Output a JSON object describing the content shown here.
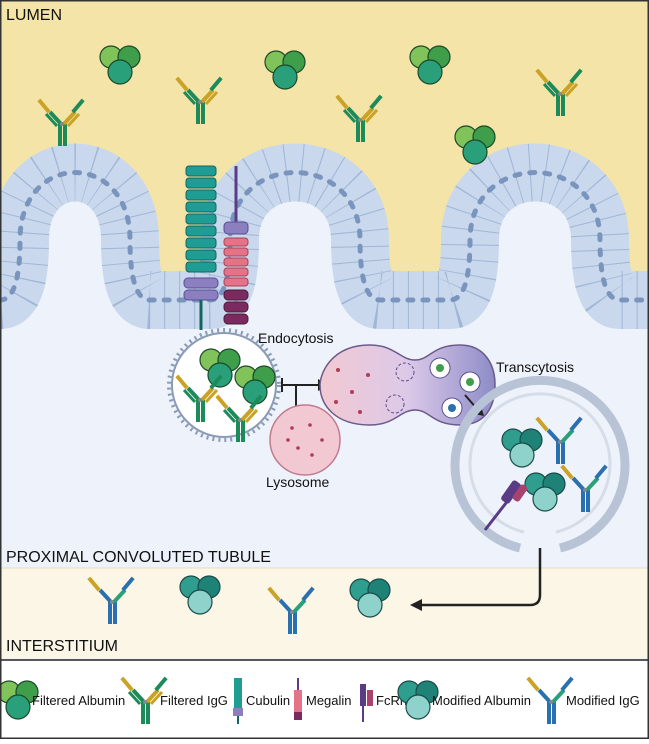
{
  "regions": {
    "lumen": "LUMEN",
    "tubule": "PROXIMAL CONVOLUTED TUBULE",
    "interstitium": "INTERSTITIUM"
  },
  "processes": {
    "endocytosis": "Endocytosis",
    "lysosome": "Lysosome",
    "transcytosis": "Transcytosis"
  },
  "legend": [
    {
      "icon": "filtered-albumin-icon",
      "label": "Filtered Albumin"
    },
    {
      "icon": "filtered-igg-icon",
      "label": "Filtered IgG"
    },
    {
      "icon": "cubulin-icon",
      "label": "Cubulin"
    },
    {
      "icon": "megalin-icon",
      "label": "Megalin"
    },
    {
      "icon": "fcrn-icon",
      "label": "FcRn"
    },
    {
      "icon": "modified-albumin-icon",
      "label": "Modified Albumin"
    },
    {
      "icon": "modified-igg-icon",
      "label": "Modified IgG"
    }
  ],
  "colors": {
    "lumen": "#f4e4a8",
    "tubule": "#eef3fb",
    "interstitium": "#fbf6e6",
    "epithelium": "#c9d8ec",
    "cubulin": "#1f9c93",
    "megalin": "#e57387",
    "fcrn": "#5a3b86",
    "albumin": "#3f9e4a",
    "lysosome": "#f2c9d2"
  }
}
